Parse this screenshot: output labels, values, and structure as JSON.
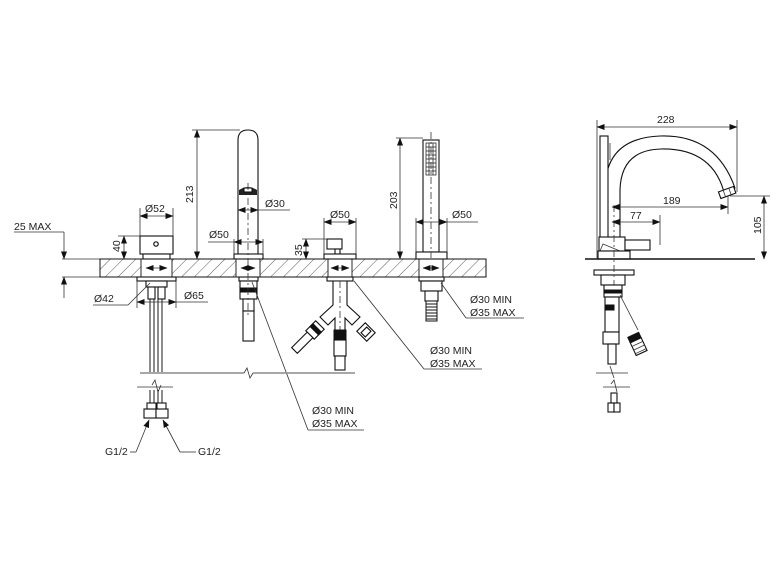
{
  "drawing": {
    "type": "technical-drawing",
    "subject": "4-hole deck-mounted bath mixer with hand shower",
    "views": [
      "front",
      "side"
    ],
    "colors": {
      "line": "#1a1a1a",
      "hatch": "#333333",
      "ground": "#8a8a8a",
      "background": "#ffffff"
    }
  },
  "front_view": {
    "deck": {
      "thickness_label": "25 MAX"
    },
    "handle": {
      "diameter_label": "Ø52",
      "height_label": "40",
      "base_label": "Ø42",
      "flange_label": "Ø65"
    },
    "spout": {
      "height_label": "213",
      "outlet_label": "Ø30",
      "base_label": "Ø50"
    },
    "diverter": {
      "height_label": "35",
      "base_label": "Ø50"
    },
    "hand_shower": {
      "height_label": "203",
      "base_label": "Ø50"
    },
    "hole_callouts": [
      {
        "min": "Ø30 MIN",
        "max": "Ø35 MAX",
        "target": "hand-shower"
      },
      {
        "min": "Ø30 MIN",
        "max": "Ø35 MAX",
        "target": "diverter"
      },
      {
        "min": "Ø30 MIN",
        "max": "Ø35 MAX",
        "target": "spout"
      }
    ],
    "connections": [
      {
        "label": "G1/2"
      },
      {
        "label": "G1/2"
      }
    ]
  },
  "side_view": {
    "reach_label": "228",
    "spout_reach_label": "189",
    "handle_reach_label": "77",
    "outlet_height_label": "105"
  }
}
